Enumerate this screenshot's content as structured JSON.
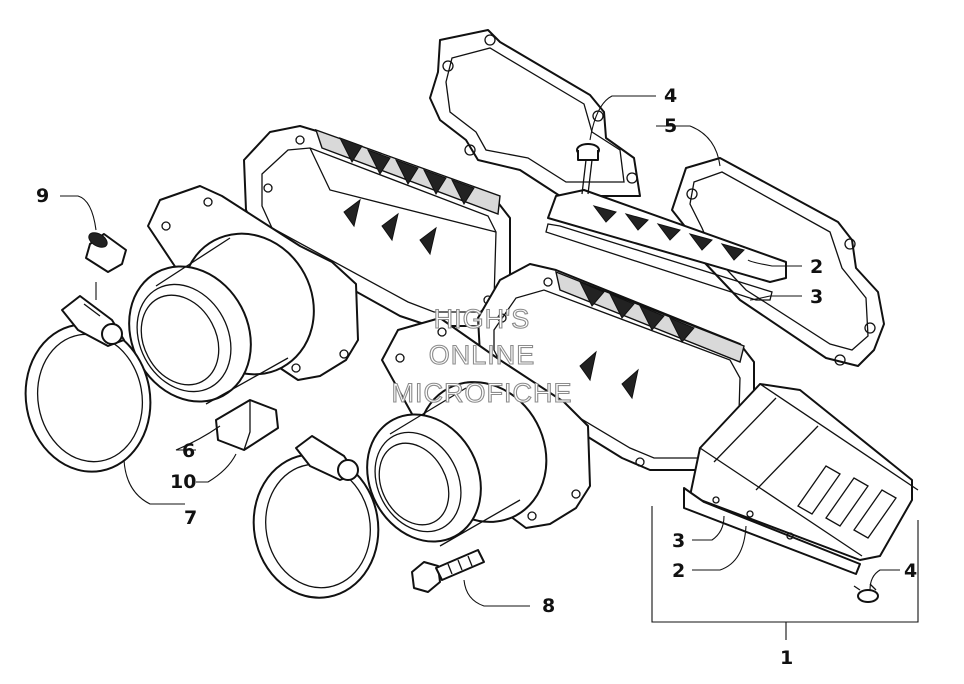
{
  "watermark": {
    "line1": "HIGH'S",
    "line2": "ONLINE",
    "line3": "MICROFICHE"
  },
  "callouts": {
    "c1": "1",
    "c2a": "2",
    "c2b": "2",
    "c3a": "3",
    "c3b": "3",
    "c4a": "4",
    "c4b": "4",
    "c5": "5",
    "c6": "6",
    "c7": "7",
    "c8": "8",
    "c9": "9",
    "c10": "10"
  }
}
